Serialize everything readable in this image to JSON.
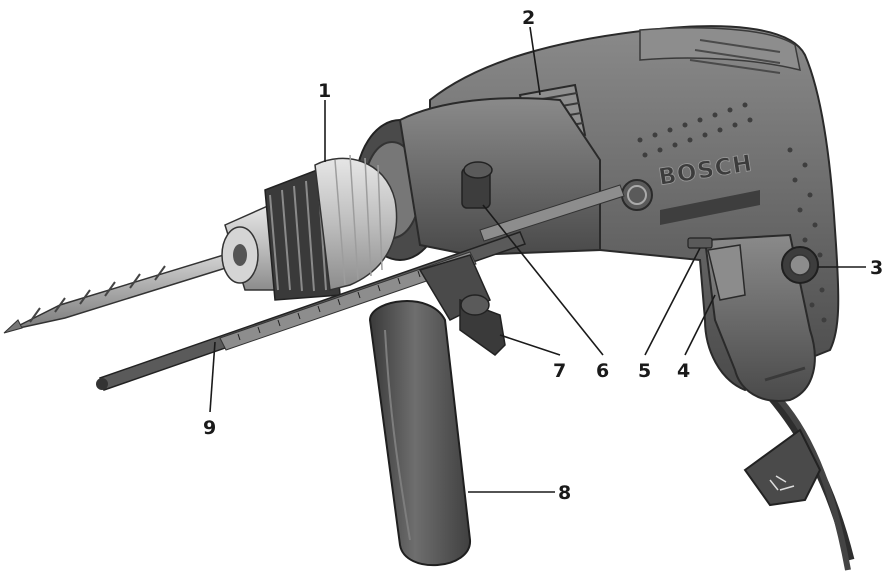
{
  "diagram": {
    "brand_logo": "BOSCH",
    "callouts": [
      {
        "id": "1",
        "text": "1"
      },
      {
        "id": "2",
        "text": "2"
      },
      {
        "id": "3",
        "text": "3"
      },
      {
        "id": "4",
        "text": "4"
      },
      {
        "id": "5",
        "text": "5"
      },
      {
        "id": "6",
        "text": "6"
      },
      {
        "id": "7",
        "text": "7"
      },
      {
        "id": "8",
        "text": "8"
      },
      {
        "id": "9",
        "text": "9"
      }
    ],
    "colors": {
      "body": "#6b6b6b",
      "body_dark": "#3d3d3d",
      "chuck": "#c9c9c9",
      "metal": "#9c9c9c",
      "handle": "#5a5a5a"
    }
  }
}
